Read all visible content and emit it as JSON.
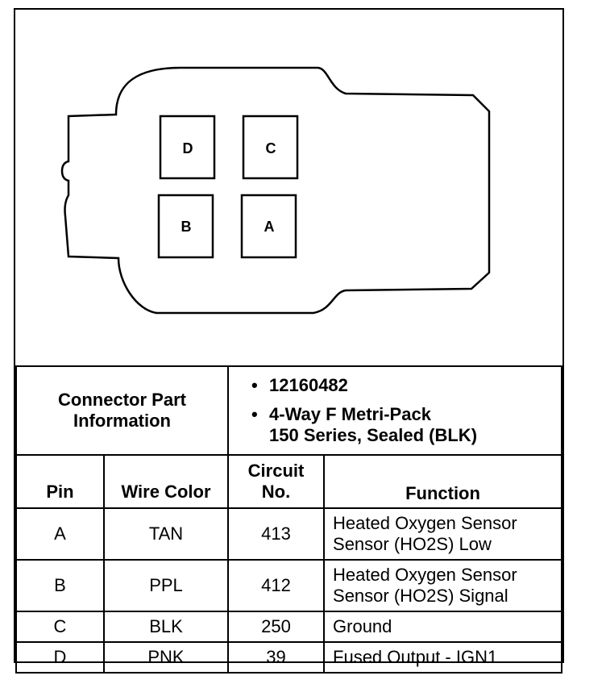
{
  "connector": {
    "pins": [
      {
        "id": "D"
      },
      {
        "id": "C"
      },
      {
        "id": "B"
      },
      {
        "id": "A"
      }
    ]
  },
  "part_info": {
    "label_line1": "Connector Part",
    "label_line2": "Information",
    "items": [
      {
        "text": "12160482"
      },
      {
        "text": "4-Way F Metri-Pack",
        "text2": "150 Series, Sealed (BLK)"
      }
    ]
  },
  "table": {
    "headers": {
      "pin": "Pin",
      "wire_color": "Wire Color",
      "circuit_line1": "Circuit",
      "circuit_line2": "No.",
      "function": "Function"
    },
    "rows": [
      {
        "pin": "A",
        "wire": "TAN",
        "circuit": "413",
        "function1": "Heated Oxygen Sensor",
        "function2": "Sensor (HO2S) Low"
      },
      {
        "pin": "B",
        "wire": "PPL",
        "circuit": "412",
        "function1": "Heated Oxygen Sensor",
        "function2": "Sensor (HO2S) Signal"
      },
      {
        "pin": "C",
        "wire": "BLK",
        "circuit": "250",
        "function1": "Ground",
        "function2": ""
      },
      {
        "pin": "D",
        "wire": "PNK",
        "circuit": "39",
        "function1": "Fused Output - IGN1",
        "function2": ""
      }
    ]
  }
}
